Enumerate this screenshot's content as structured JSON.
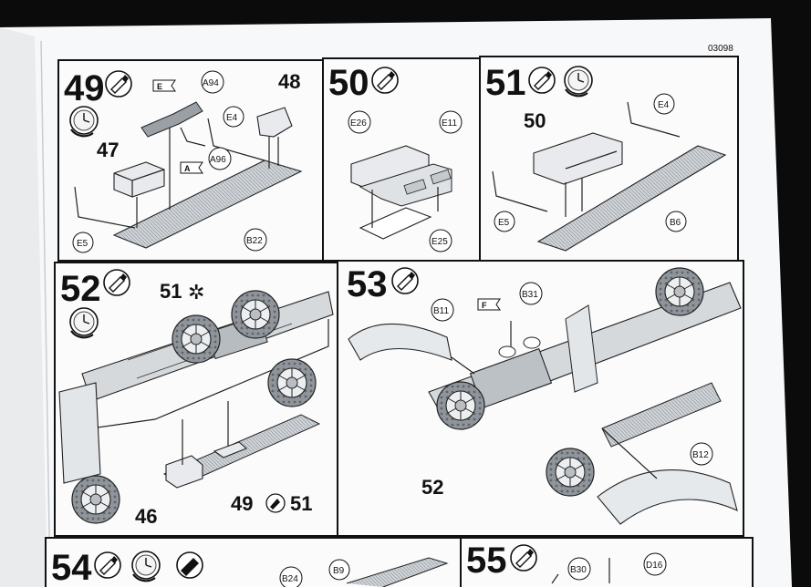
{
  "document": {
    "code": "03098"
  },
  "steps": [
    {
      "number": "49",
      "labels": [
        "48",
        "47"
      ],
      "callouts": [
        "A94",
        "E4",
        "A96",
        "E5",
        "B22"
      ],
      "flags": [
        "E",
        "A"
      ]
    },
    {
      "number": "50",
      "labels": [],
      "callouts": [
        "E26",
        "E11",
        "E25"
      ],
      "flags": []
    },
    {
      "number": "51",
      "labels": [
        "50"
      ],
      "callouts": [
        "E4",
        "E5",
        "B6"
      ],
      "flags": []
    },
    {
      "number": "52",
      "labels": [
        "51",
        "49",
        "51",
        "46"
      ],
      "callouts": [],
      "flags": []
    },
    {
      "number": "53",
      "labels": [
        "52"
      ],
      "callouts": [
        "B11",
        "B31",
        "B12"
      ],
      "flags": [
        "F"
      ]
    },
    {
      "number": "54",
      "labels": [],
      "callouts": [
        "B24",
        "B9"
      ],
      "flags": []
    },
    {
      "number": "55",
      "labels": [],
      "callouts": [
        "B30",
        "D16"
      ],
      "flags": []
    }
  ],
  "icons": {
    "glue": "glue-tube-icon",
    "clock": "drying-clock-icon",
    "paint": "paint-icon",
    "sticker": "decal-icon"
  }
}
